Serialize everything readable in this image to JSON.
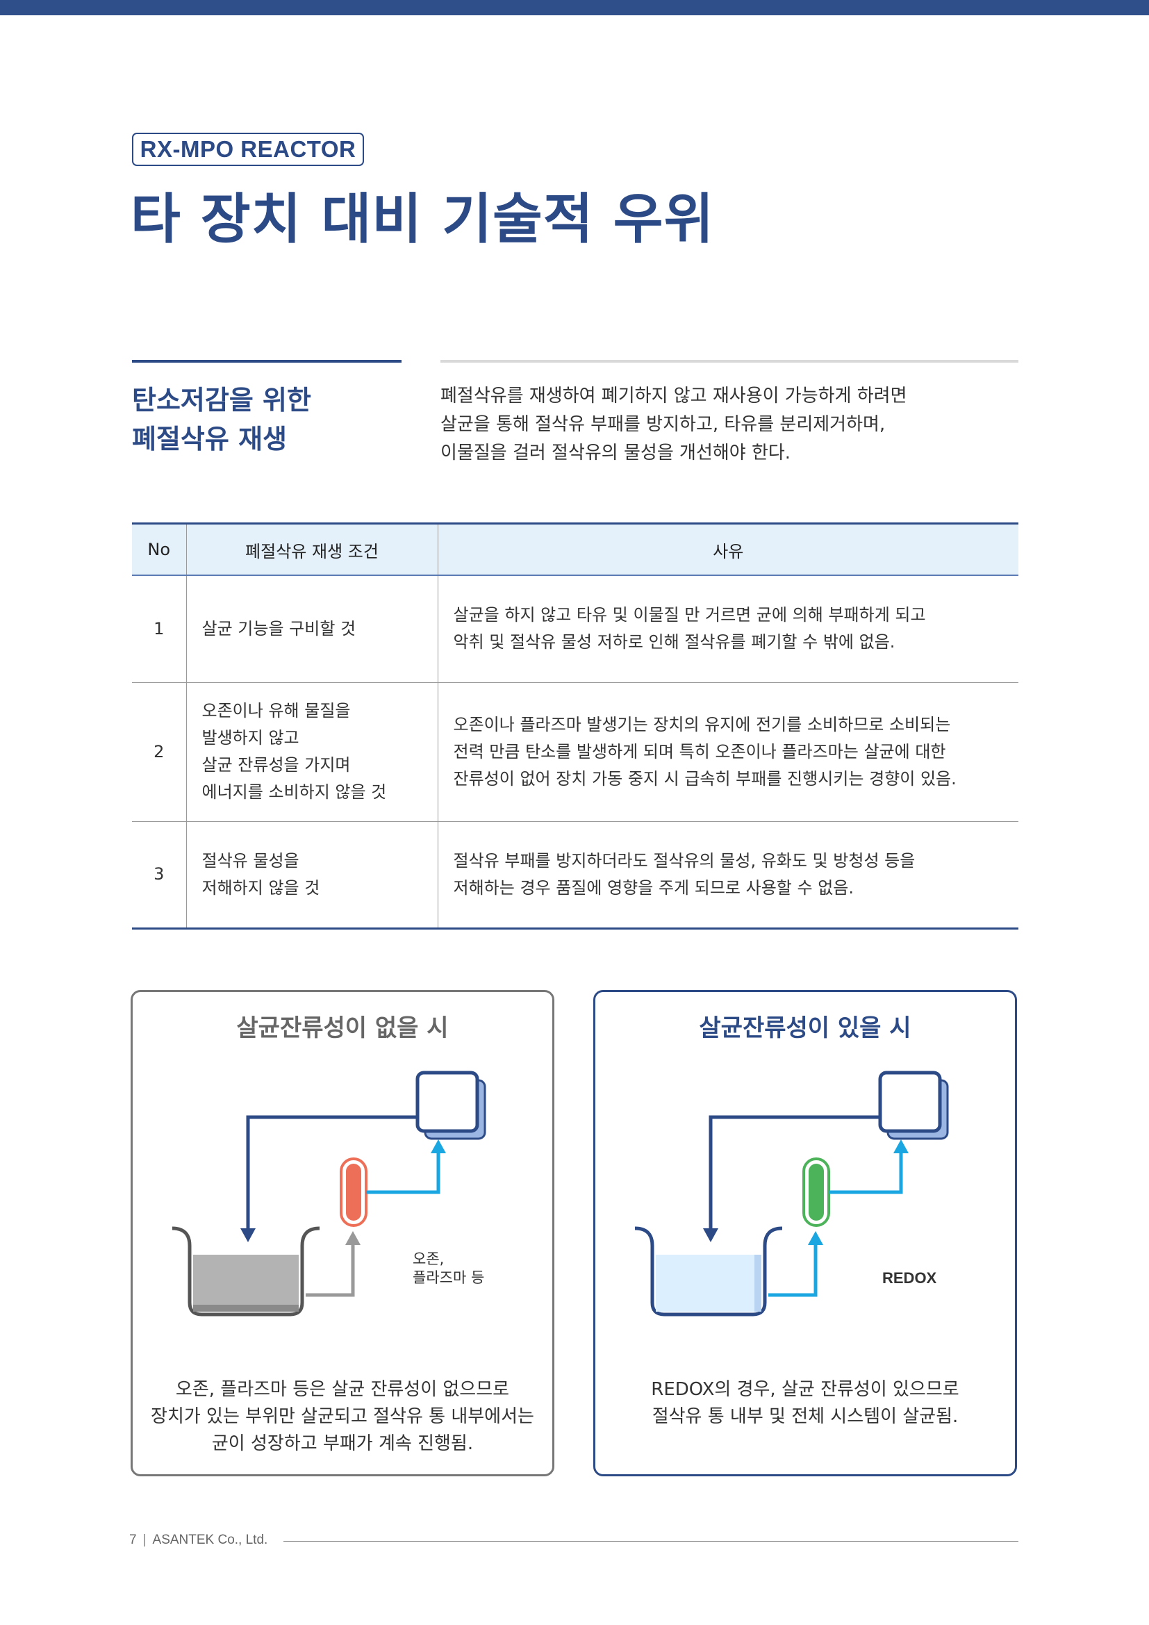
{
  "header": {
    "tag": "RX-MPO REACTOR",
    "title": "타 장치 대비 기술적 우위"
  },
  "section": {
    "subheading": [
      "탄소저감을 위한",
      "폐절삭유 재생"
    ],
    "intro": [
      "폐절삭유를 재생하여 폐기하지 않고 재사용이 가능하게 하려면",
      "살균을 통해 절삭유 부패를 방지하고, 타유를 분리제거하며,",
      "이물질을 걸러 절삭유의 물성을 개선해야 한다."
    ]
  },
  "table": {
    "headers": [
      "No",
      "폐절삭유 재생 조건",
      "사유"
    ],
    "rows": [
      {
        "no": "1",
        "condition": [
          "살균 기능을 구비할 것"
        ],
        "reason": [
          "살균을 하지 않고 타유 및 이물질 만 거르면 균에 의해 부패하게 되고",
          "악취 및 절삭유 물성 저하로 인해 절삭유를 폐기할 수 밖에 없음."
        ]
      },
      {
        "no": "2",
        "condition": [
          "오존이나 유해 물질을",
          "발생하지 않고",
          "살균 잔류성을 가지며",
          "에너지를 소비하지 않을 것"
        ],
        "reason": [
          "오존이나 플라즈마 발생기는 장치의 유지에 전기를 소비하므로 소비되는",
          "전력 만큼 탄소를 발생하게 되며 특히 오존이나 플라즈마는 살균에 대한",
          "잔류성이 없어 장치 가동 중지 시 급속히 부패를 진행시키는 경향이 있음."
        ]
      },
      {
        "no": "3",
        "condition": [
          "절삭유 물성을",
          "저해하지 않을 것"
        ],
        "reason": [
          "절삭유 부패를 방지하더라도 절삭유의 물성, 유화도 및 방청성 등을",
          "저해하는 경우 품질에 영향을 주게 되므로 사용할 수 없음."
        ]
      }
    ]
  },
  "panels": {
    "left": {
      "title": "살균잔류성이 없을 시",
      "device_label": [
        "오존,",
        "플라즈마 등"
      ],
      "caption": [
        "오존, 플라즈마 등은 살균 잔류성이 없으므로",
        "장치가 있는 부위만 살균되고 절삭유 통 내부에서는",
        "균이 성장하고 부패가 계속 진행됨."
      ],
      "colors": {
        "device": "#ee6f57",
        "liquid": "#b3b3b3",
        "tank": "#666666",
        "pipe_in": "#999999",
        "pipe_out": "#1aa6e0",
        "return": "#2c4a86"
      }
    },
    "right": {
      "title": "살균잔류성이 있을 시",
      "device_label": [
        "REDOX"
      ],
      "caption": [
        "REDOX의 경우, 살균 잔류성이 있으므로",
        "절삭유 통 내부 및 전체 시스템이 살균됨."
      ],
      "colors": {
        "device": "#4db35a",
        "liquid": "#dcefff",
        "tank": "#2c4a86",
        "pipe_in": "#1aa6e0",
        "pipe_out": "#1aa6e0",
        "return": "#2c4a86"
      }
    }
  },
  "footer": {
    "page": "7",
    "company": "ASANTEK Co., Ltd."
  }
}
